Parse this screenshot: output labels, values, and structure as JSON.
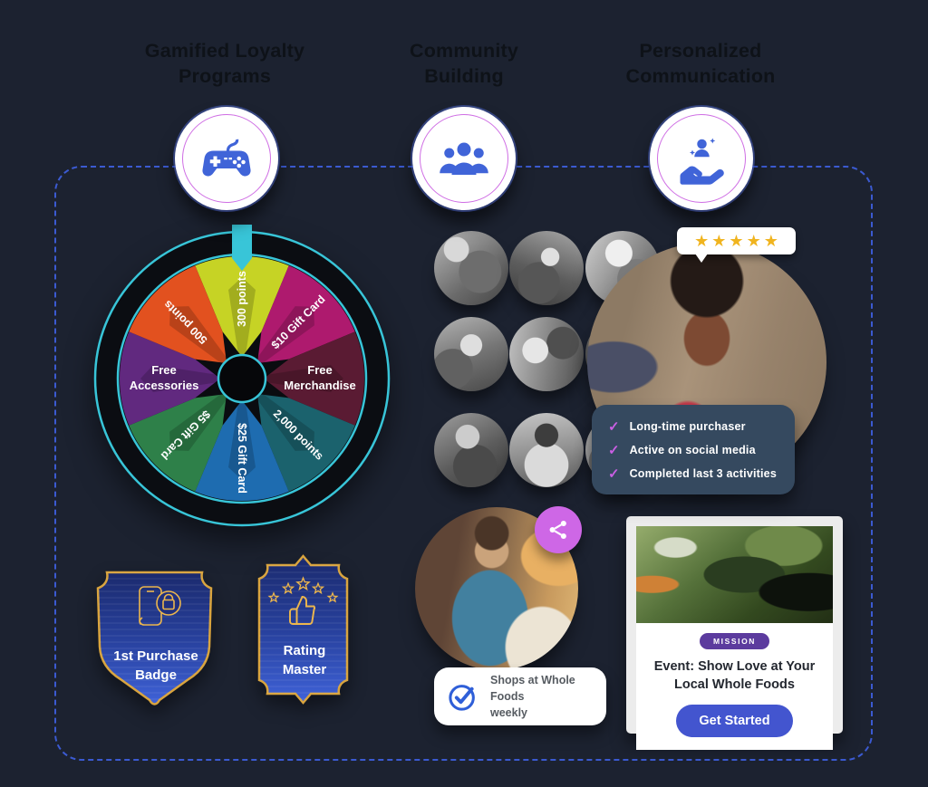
{
  "canvas": {
    "background": "#1c2230",
    "frame_border_color": "#3b5ad1"
  },
  "columns": [
    {
      "title": "Gamified Loyalty Programs",
      "icon": "gamepad-icon"
    },
    {
      "title": "Community Building",
      "icon": "people-group-icon"
    },
    {
      "title": "Personalized Communication",
      "icon": "hand-person-icon"
    }
  ],
  "wheel": {
    "pointer_color": "#38c5d8",
    "segments": [
      {
        "label": "300 points",
        "color": "#c6d325",
        "lines": [
          "300 points"
        ]
      },
      {
        "label": "$10 Gift Card",
        "color": "#ae1a6e",
        "lines": [
          "$10 Gift Card"
        ]
      },
      {
        "label": "Free Merchandise",
        "color": "#5a1b33",
        "lines": [
          "Free",
          "Merchandise"
        ]
      },
      {
        "label": "2,000 points",
        "color": "#1b626d",
        "lines": [
          "2,000 points"
        ]
      },
      {
        "label": "$25 Gift Card",
        "color": "#1e6cb0",
        "lines": [
          "$25 Gift Card"
        ]
      },
      {
        "label": "$5 Gift Card",
        "color": "#2e8049",
        "lines": [
          "$5 Gift Card"
        ]
      },
      {
        "label": "Free Accessories",
        "color": "#61297f",
        "lines": [
          "Free",
          "Accessories"
        ]
      },
      {
        "label": "500 points",
        "color": "#e2511f",
        "lines": [
          "500 points"
        ]
      }
    ]
  },
  "badges": [
    {
      "label": "1st Purchase Badge",
      "lines": [
        "1st Purchase",
        "Badge"
      ],
      "icon": "phone-shopping-icon"
    },
    {
      "label": "Rating Master",
      "lines": [
        "Rating",
        "Master"
      ],
      "icon": "thumbs-up-stars-icon"
    }
  ],
  "community": {
    "member_photo_count": 9
  },
  "profile": {
    "stars": 5,
    "star_glyph": "★",
    "check_glyph": "✓",
    "traits": [
      "Long-time purchaser",
      "Active on social media",
      "Completed last 3 activities"
    ]
  },
  "share_note": {
    "text": "Shops at Whole Foods weekly",
    "lines": [
      "Shops at Whole Foods",
      "weekly"
    ]
  },
  "event_card": {
    "tag": "MISSION",
    "title": "Event: Show Love at Your Local Whole Foods",
    "title_lines": [
      "Event: Show Love at Your",
      "Local Whole Foods"
    ],
    "button_label": "Get Started"
  }
}
